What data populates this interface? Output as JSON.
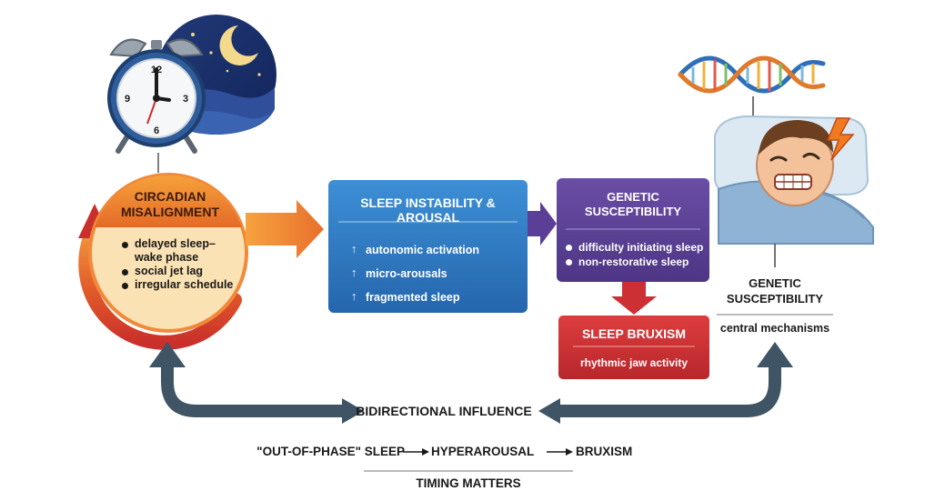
{
  "circadian": {
    "title_line1": "CIRCADIAN",
    "title_line2": "MISALIGNMENT",
    "items": [
      "delayed sleep–wake phase",
      "social jet lag",
      "irregular schedule"
    ]
  },
  "sleep_instability": {
    "title": "SLEEP INSTABILITY & AROUSAL",
    "items": [
      "autonomic activation",
      "micro-arousals",
      "fragmented sleep"
    ]
  },
  "genetic_box": {
    "title_line1": "GENETIC",
    "title_line2": "SUSCEPTIBILITY",
    "items": [
      "difficulty initiating sleep",
      "non-restorative sleep"
    ]
  },
  "bruxism_box": {
    "title": "SLEEP BRUXISM",
    "subtitle": "rhythmic jaw activity"
  },
  "genetic_right": {
    "title_line1": "GENETIC",
    "title_line2": "SUSCEPTIBILITY",
    "subtitle": "central mechanisms"
  },
  "bidirectional": {
    "label": "BIDIRECTIONAL INFLUENCE"
  },
  "footer": {
    "step1": "\"OUT-OF-PHASE\" SLEEP",
    "step2": "HYPERAROUSAL",
    "step3": "BRUXISM",
    "tagline": "TIMING MATTERS"
  },
  "clock": {
    "numerals": [
      "12",
      "3",
      "6",
      "9"
    ]
  },
  "colors": {
    "orange": "#ee7a2a",
    "red": "#d4332d",
    "blue": "#2f79c0",
    "purple": "#5b3f96",
    "bruxism_red": "#cc3035",
    "dark_arrow": "#3f5464",
    "cream": "#fbe2b4"
  }
}
